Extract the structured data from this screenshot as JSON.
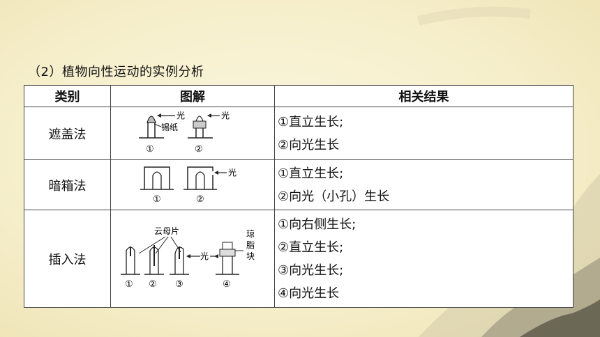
{
  "heading": "（2）植物向性运动的实例分析",
  "table": {
    "headers": [
      "类别",
      "图解",
      "相关结果"
    ],
    "rows": [
      {
        "category": "遮盖法",
        "diagram_labels": {
          "light_1": "光",
          "light_2": "光",
          "foil": "锡纸",
          "num_1": "①",
          "num_2": "②"
        },
        "results": [
          "①直立生长;",
          "②向光生长"
        ]
      },
      {
        "category": "暗箱法",
        "diagram_labels": {
          "light": "光",
          "num_1": "①",
          "num_2": "②"
        },
        "results": [
          "①直立生长;",
          "②向光（小孔）生长"
        ]
      },
      {
        "category": "插入法",
        "diagram_labels": {
          "mica": "云母片",
          "light": "光",
          "agar_1": "琼",
          "agar_2": "脂",
          "agar_3": "块",
          "num_1": "①",
          "num_2": "②",
          "num_3": "③",
          "num_4": "④"
        },
        "results": [
          "①向右侧生长;",
          "②直立生长;",
          "③向光生长;",
          "④向光生长"
        ]
      }
    ]
  }
}
